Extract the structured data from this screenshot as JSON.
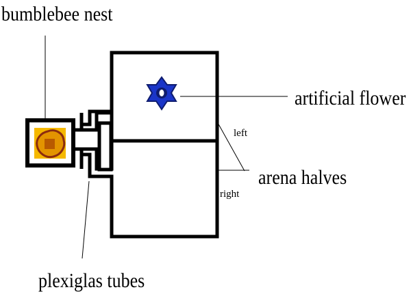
{
  "labels": {
    "nest": "bumblebee nest",
    "flower": "artificial flower",
    "arena_halves": "arena halves",
    "left": "left",
    "right": "right",
    "tubes": "plexiglas tubes"
  },
  "colors": {
    "outline": "#000000",
    "nest_fill": "#f5b800",
    "nest_mid": "#d98200",
    "nest_center": "#b85a00",
    "nest_ring": "#8b2c0f",
    "flower_star": "#1a35c8",
    "flower_center": "#0f1c6e",
    "flower_eye": "#ffffff"
  },
  "icons": {
    "flower": "star-icon",
    "nest": "nest-icon"
  }
}
